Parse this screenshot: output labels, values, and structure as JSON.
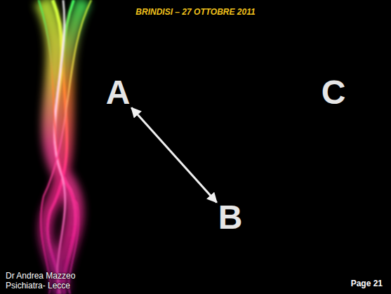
{
  "diagram": {
    "title": "BRINDISI – 27 OTTOBRE 2011",
    "nodes": [
      {
        "text": [
          "A"
        ]
      },
      {
        "text": [
          "C"
        ]
      },
      {
        "text": [
          "B"
        ]
      }
    ],
    "edges": [
      {
        "from": 0,
        "to": 2,
        "arrow": "both"
      }
    ],
    "labels": [
      "Dr Andrea Mazzeo Psichiatra- Lecce",
      "Page 21"
    ]
  }
}
